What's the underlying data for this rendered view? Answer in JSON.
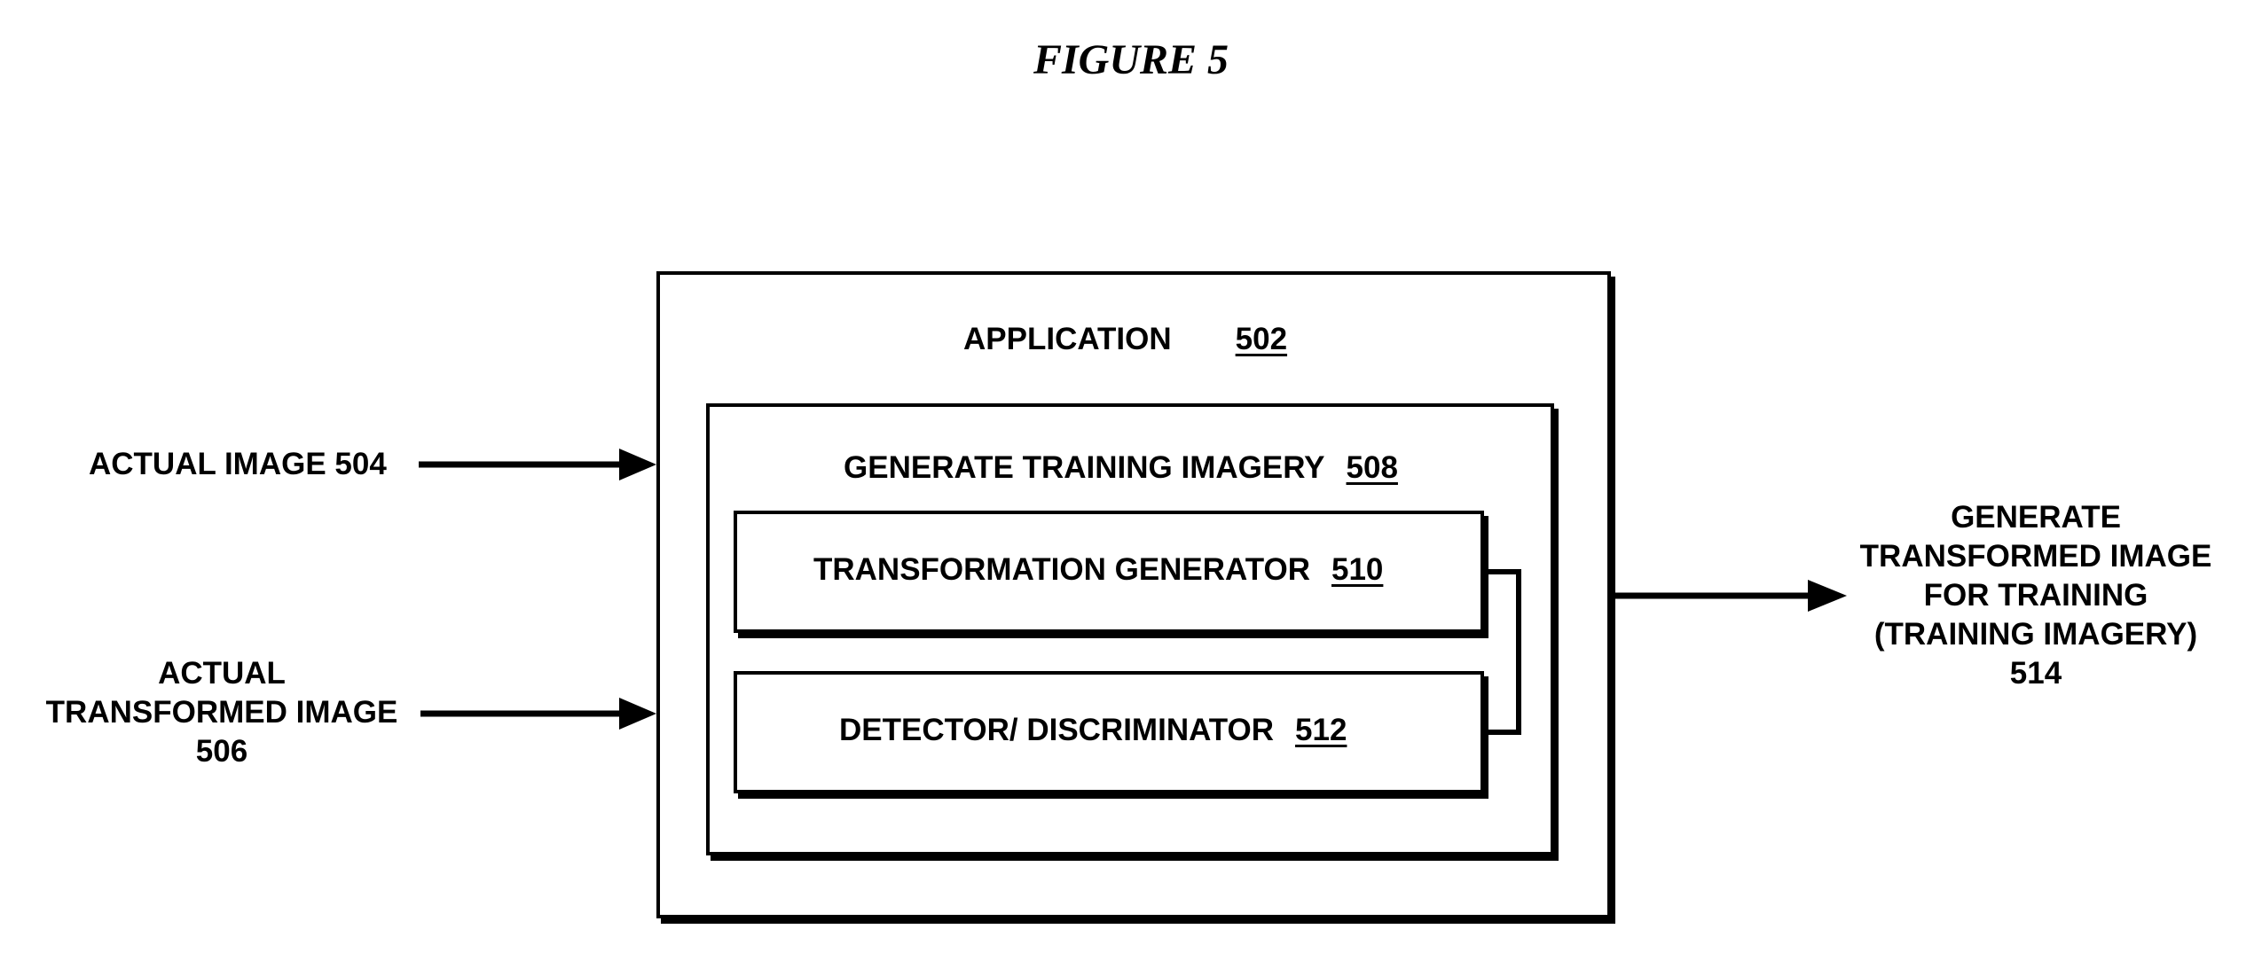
{
  "figure": {
    "title": "FIGURE 5"
  },
  "application": {
    "label": "APPLICATION",
    "ref": "502"
  },
  "generate_training_imagery": {
    "label": "GENERATE TRAINING IMAGERY",
    "ref": "508"
  },
  "transformation_generator": {
    "label": "TRANSFORMATION GENERATOR",
    "ref": "510"
  },
  "detector_discriminator": {
    "label": "DETECTOR/ DISCRIMINATOR",
    "ref": "512"
  },
  "inputs": {
    "actual_image": "ACTUAL IMAGE 504",
    "actual_transformed_image": {
      "line1": "ACTUAL",
      "line2": "TRANSFORMED IMAGE",
      "line3": "506"
    }
  },
  "output": {
    "line1": "GENERATE",
    "line2": "TRANSFORMED IMAGE",
    "line3": "FOR TRAINING",
    "line4": "(TRAINING IMAGERY)",
    "line5": "514"
  }
}
